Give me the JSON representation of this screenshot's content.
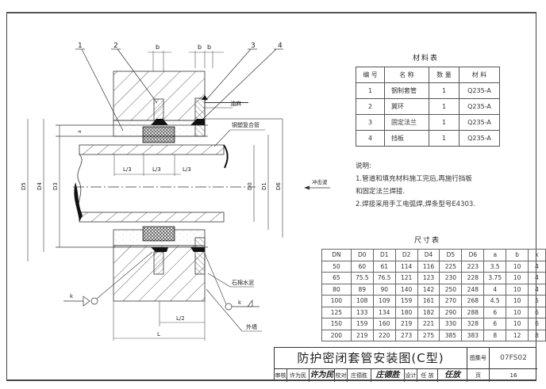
{
  "drawing": {
    "callouts": [
      "1",
      "2",
      "3",
      "4"
    ],
    "dim_b": "b",
    "dim_a": "a",
    "dim_k": "k",
    "dim_L": "L",
    "dim_L_half": "L/2",
    "dim_L_third": "L/3",
    "dim_left": [
      "D5",
      "D4",
      "D3"
    ],
    "dim_right": [
      "D0",
      "D1",
      "D6"
    ],
    "label_oil_hemp": "油麻",
    "label_steel_plastic_pipe": "钢塑复合管",
    "label_asbestos_cement": "石棉水泥",
    "label_outer_wall": "外墙",
    "label_impact_wave": "冲击波"
  },
  "materials_table": {
    "title": "材料表",
    "headers": [
      "编 号",
      "名 称",
      "数 量",
      "材 料"
    ],
    "rows": [
      [
        "1",
        "钢制套管",
        "1",
        "Q235-A"
      ],
      [
        "2",
        "翼环",
        "1",
        "Q235-A"
      ],
      [
        "3",
        "固定法兰",
        "1",
        "Q235-A"
      ],
      [
        "4",
        "挡板",
        "1",
        "Q235-A"
      ]
    ]
  },
  "notes": {
    "title": "说明:",
    "lines": [
      "1.管道和填充材料施工完后,再施行挡板",
      "和固定法兰焊接.",
      "2.焊接采用手工电弧焊,焊条型号E4303."
    ]
  },
  "dimension_table": {
    "title": "尺寸表",
    "headers": [
      "DN",
      "D0",
      "D1",
      "D2",
      "D4",
      "D5",
      "D6",
      "a",
      "b",
      "k"
    ],
    "rows": [
      [
        "50",
        "60",
        "61",
        "114",
        "116",
        "225",
        "223",
        "3.5",
        "10",
        "4"
      ],
      [
        "65",
        "75.5",
        "76.5",
        "121",
        "123",
        "230",
        "228",
        "3.75",
        "10",
        "4"
      ],
      [
        "80",
        "89",
        "90",
        "140",
        "142",
        "250",
        "248",
        "4",
        "10",
        "4"
      ],
      [
        "100",
        "108",
        "109",
        "159",
        "161",
        "270",
        "268",
        "4.5",
        "10",
        "5"
      ],
      [
        "125",
        "133",
        "134",
        "180",
        "182",
        "290",
        "288",
        "6",
        "10",
        "6"
      ],
      [
        "150",
        "159",
        "160",
        "219",
        "221",
        "330",
        "328",
        "6",
        "10",
        "6"
      ],
      [
        "200",
        "219",
        "220",
        "273",
        "275",
        "385",
        "383",
        "8",
        "12",
        "8"
      ]
    ]
  },
  "title_block": {
    "title": "防护密闭套管安装图(C型)",
    "atlas_label": "图集号",
    "atlas_no": "07FS02",
    "page_label": "页",
    "page_no": "16",
    "review_label": "审核",
    "reviewer": "许为民",
    "reviewer_sig": "许为民",
    "check_label": "校对",
    "checker": "庄德胜",
    "checker_sig": "庄德胜",
    "design_label": "设计",
    "designer": "任 放",
    "designer_sig": "任放"
  }
}
